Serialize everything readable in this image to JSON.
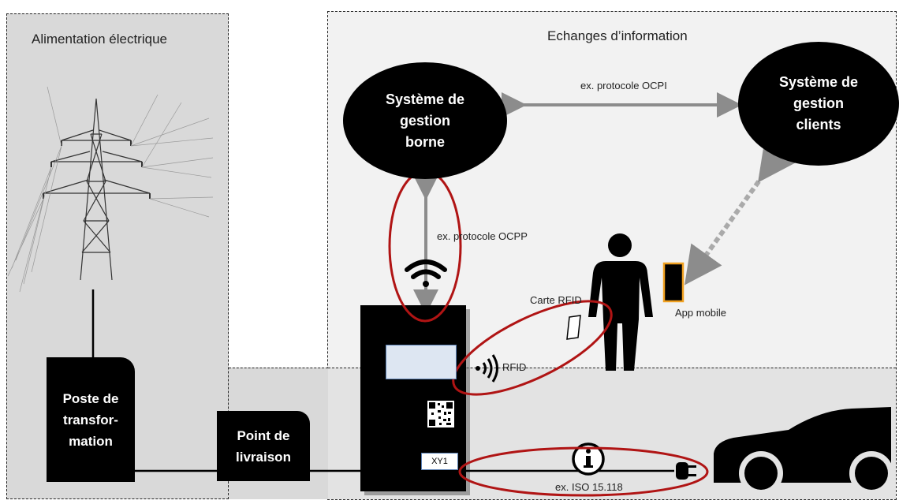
{
  "regions": {
    "power_title": "Alimentation électrique",
    "info_title": "Echanges d’information"
  },
  "nodes": {
    "csms": "Système de\ngestion\nborne",
    "crm": "Système de\ngestion\nclients",
    "substation": "Poste de\ntransfor-\nmation",
    "delivery": "Point de\nlivraison"
  },
  "labels": {
    "ocpi": "ex. protocole OCPI",
    "ocpp": "ex. protocole OCPP",
    "rfid_card": "Carte RFID",
    "rfid": "RFID",
    "app": "App mobile",
    "iso": "ex. ISO 15.118",
    "station_id": "XY1"
  },
  "icons": [
    "pylon-icon",
    "wifi-icon",
    "rfid-waves-icon",
    "qr-code-icon",
    "person-icon",
    "smartphone-icon",
    "info-icon",
    "plug-icon",
    "car-icon"
  ],
  "colors": {
    "highlight": "#b01414",
    "arrow": "#8c8c8c",
    "phone_border": "#f0a020"
  }
}
